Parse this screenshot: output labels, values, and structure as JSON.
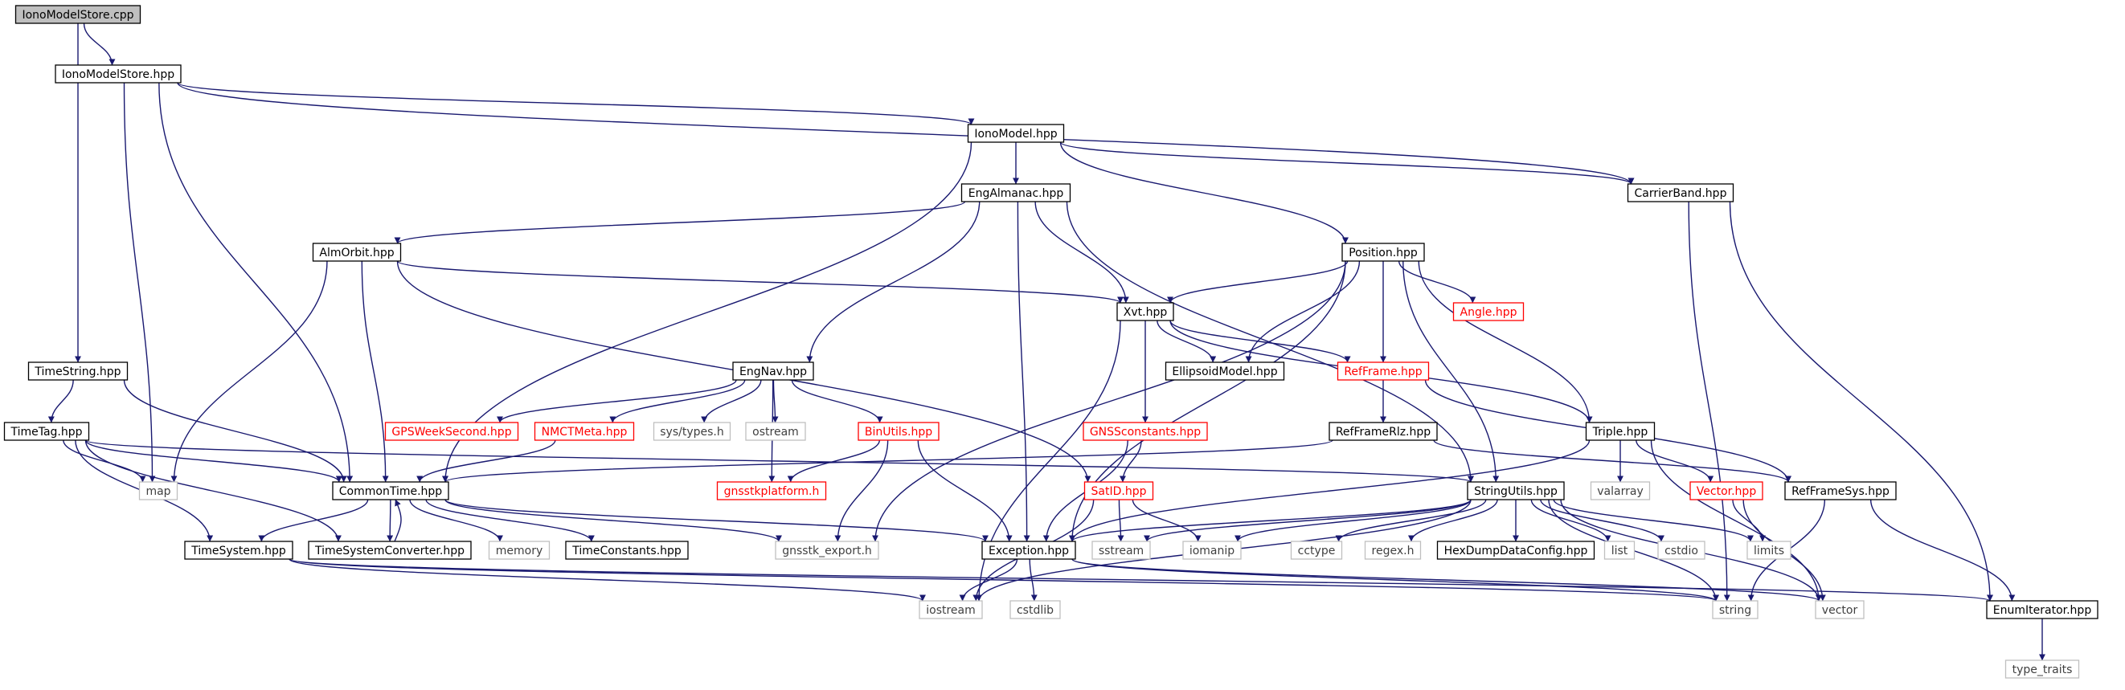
{
  "colors": {
    "edge": "#191970",
    "root_fill": "#bfbfbf",
    "node_border": "#000000",
    "external_border": "#bfbfbf",
    "external_text": "#404040",
    "truncated_border": "#ff0000",
    "truncated_text": "#ff0000"
  },
  "nodes": {
    "ionomodelstore_cpp": {
      "label": "IonoModelStore.cpp",
      "kind": "root"
    },
    "ionomodelstore_hpp": {
      "label": "IonoModelStore.hpp",
      "kind": "normal"
    },
    "ionomodel_hpp": {
      "label": "IonoModel.hpp",
      "kind": "normal"
    },
    "carrierband_hpp": {
      "label": "CarrierBand.hpp",
      "kind": "normal"
    },
    "engalmanac_hpp": {
      "label": "EngAlmanac.hpp",
      "kind": "normal"
    },
    "almorbit_hpp": {
      "label": "AlmOrbit.hpp",
      "kind": "normal"
    },
    "position_hpp": {
      "label": "Position.hpp",
      "kind": "normal"
    },
    "xvt_hpp": {
      "label": "Xvt.hpp",
      "kind": "normal"
    },
    "angle_hpp": {
      "label": "Angle.hpp",
      "kind": "truncated"
    },
    "ellipsoidmodel_hpp": {
      "label": "EllipsoidModel.hpp",
      "kind": "normal"
    },
    "refframe_hpp": {
      "label": "RefFrame.hpp",
      "kind": "truncated"
    },
    "timestring_hpp": {
      "label": "TimeString.hpp",
      "kind": "normal"
    },
    "engnav_hpp": {
      "label": "EngNav.hpp",
      "kind": "normal"
    },
    "timetag_hpp": {
      "label": "TimeTag.hpp",
      "kind": "normal"
    },
    "gpsweeksecond_hpp": {
      "label": "GPSWeekSecond.hpp",
      "kind": "truncated"
    },
    "nmctmeta_hpp": {
      "label": "NMCTMeta.hpp",
      "kind": "truncated"
    },
    "sys_types_h": {
      "label": "sys/types.h",
      "kind": "external"
    },
    "ostream": {
      "label": "ostream",
      "kind": "external"
    },
    "binutils_hpp": {
      "label": "BinUtils.hpp",
      "kind": "truncated"
    },
    "gnssconstants_hpp": {
      "label": "GNSSconstants.hpp",
      "kind": "truncated"
    },
    "refframerlz_hpp": {
      "label": "RefFrameRlz.hpp",
      "kind": "normal"
    },
    "triple_hpp": {
      "label": "Triple.hpp",
      "kind": "normal"
    },
    "map": {
      "label": "map",
      "kind": "external"
    },
    "commontime_hpp": {
      "label": "CommonTime.hpp",
      "kind": "normal"
    },
    "gnsstkplatform_h": {
      "label": "gnsstkplatform.h",
      "kind": "truncated"
    },
    "satid_hpp": {
      "label": "SatID.hpp",
      "kind": "truncated"
    },
    "stringutils_hpp": {
      "label": "StringUtils.hpp",
      "kind": "normal"
    },
    "valarray": {
      "label": "valarray",
      "kind": "external"
    },
    "vector_hpp": {
      "label": "Vector.hpp",
      "kind": "truncated"
    },
    "refframesys_hpp": {
      "label": "RefFrameSys.hpp",
      "kind": "normal"
    },
    "timesystem_hpp": {
      "label": "TimeSystem.hpp",
      "kind": "normal"
    },
    "timesystemconverter_hpp": {
      "label": "TimeSystemConverter.hpp",
      "kind": "normal"
    },
    "memory": {
      "label": "memory",
      "kind": "external"
    },
    "timeconstants_hpp": {
      "label": "TimeConstants.hpp",
      "kind": "normal"
    },
    "gnsstk_export_h": {
      "label": "gnsstk_export.h",
      "kind": "external"
    },
    "exception_hpp": {
      "label": "Exception.hpp",
      "kind": "normal"
    },
    "sstream": {
      "label": "sstream",
      "kind": "external"
    },
    "iomanip": {
      "label": "iomanip",
      "kind": "external"
    },
    "cctype": {
      "label": "cctype",
      "kind": "external"
    },
    "regex_h": {
      "label": "regex.h",
      "kind": "external"
    },
    "hexdumpdataconfig_hpp": {
      "label": "HexDumpDataConfig.hpp",
      "kind": "normal"
    },
    "list": {
      "label": "list",
      "kind": "external"
    },
    "cstdio": {
      "label": "cstdio",
      "kind": "external"
    },
    "limits": {
      "label": "limits",
      "kind": "external"
    },
    "iostream": {
      "label": "iostream",
      "kind": "external"
    },
    "cstdlib": {
      "label": "cstdlib",
      "kind": "external"
    },
    "string": {
      "label": "string",
      "kind": "external"
    },
    "vector": {
      "label": "vector",
      "kind": "external"
    },
    "enumiterator_hpp": {
      "label": "EnumIterator.hpp",
      "kind": "normal"
    },
    "type_traits": {
      "label": "type_traits",
      "kind": "external"
    }
  },
  "edges": [
    [
      "ionomodelstore_cpp",
      "ionomodelstore_hpp"
    ],
    [
      "ionomodelstore_cpp",
      "timestring_hpp"
    ],
    [
      "ionomodelstore_hpp",
      "ionomodel_hpp"
    ],
    [
      "ionomodelstore_hpp",
      "carrierband_hpp"
    ],
    [
      "ionomodelstore_hpp",
      "map"
    ],
    [
      "ionomodelstore_hpp",
      "commontime_hpp"
    ],
    [
      "ionomodel_hpp",
      "engalmanac_hpp"
    ],
    [
      "ionomodel_hpp",
      "position_hpp"
    ],
    [
      "ionomodel_hpp",
      "carrierband_hpp"
    ],
    [
      "ionomodel_hpp",
      "commontime_hpp"
    ],
    [
      "carrierband_hpp",
      "string"
    ],
    [
      "carrierband_hpp",
      "enumiterator_hpp"
    ],
    [
      "engalmanac_hpp",
      "almorbit_hpp"
    ],
    [
      "engalmanac_hpp",
      "xvt_hpp"
    ],
    [
      "engalmanac_hpp",
      "engnav_hpp"
    ],
    [
      "engalmanac_hpp",
      "exception_hpp"
    ],
    [
      "engalmanac_hpp",
      "stringutils_hpp"
    ],
    [
      "almorbit_hpp",
      "xvt_hpp"
    ],
    [
      "almorbit_hpp",
      "map"
    ],
    [
      "almorbit_hpp",
      "commontime_hpp"
    ],
    [
      "almorbit_hpp",
      "satid_hpp"
    ],
    [
      "position_hpp",
      "xvt_hpp"
    ],
    [
      "position_hpp",
      "angle_hpp"
    ],
    [
      "position_hpp",
      "ellipsoidmodel_hpp"
    ],
    [
      "position_hpp",
      "refframe_hpp"
    ],
    [
      "position_hpp",
      "triple_hpp"
    ],
    [
      "position_hpp",
      "stringutils_hpp"
    ],
    [
      "position_hpp",
      "exception_hpp"
    ],
    [
      "position_hpp",
      "gnsstk_export_h"
    ],
    [
      "xvt_hpp",
      "ellipsoidmodel_hpp"
    ],
    [
      "xvt_hpp",
      "refframe_hpp"
    ],
    [
      "xvt_hpp",
      "gnssconstants_hpp"
    ],
    [
      "xvt_hpp",
      "triple_hpp"
    ],
    [
      "xvt_hpp",
      "iostream"
    ],
    [
      "refframe_hpp",
      "refframerlz_hpp"
    ],
    [
      "refframe_hpp",
      "refframesys_hpp"
    ],
    [
      "timestring_hpp",
      "timetag_hpp"
    ],
    [
      "timestring_hpp",
      "commontime_hpp"
    ],
    [
      "engnav_hpp",
      "gpsweeksecond_hpp"
    ],
    [
      "engnav_hpp",
      "nmctmeta_hpp"
    ],
    [
      "engnav_hpp",
      "sys_types_h"
    ],
    [
      "engnav_hpp",
      "ostream"
    ],
    [
      "engnav_hpp",
      "binutils_hpp"
    ],
    [
      "engnav_hpp",
      "gnsstkplatform_h"
    ],
    [
      "timetag_hpp",
      "map"
    ],
    [
      "timetag_hpp",
      "commontime_hpp"
    ],
    [
      "timetag_hpp",
      "stringutils_hpp"
    ],
    [
      "timetag_hpp",
      "timesystem_hpp"
    ],
    [
      "timetag_hpp",
      "timesystemconverter_hpp"
    ],
    [
      "nmctmeta_hpp",
      "commontime_hpp"
    ],
    [
      "binutils_hpp",
      "gnsstkplatform_h"
    ],
    [
      "binutils_hpp",
      "exception_hpp"
    ],
    [
      "binutils_hpp",
      "gnsstk_export_h"
    ],
    [
      "gnssconstants_hpp",
      "satid_hpp"
    ],
    [
      "gnssconstants_hpp",
      "exception_hpp"
    ],
    [
      "refframerlz_hpp",
      "refframesys_hpp"
    ],
    [
      "refframerlz_hpp",
      "commontime_hpp"
    ],
    [
      "triple_hpp",
      "valarray"
    ],
    [
      "triple_hpp",
      "vector_hpp"
    ],
    [
      "triple_hpp",
      "exception_hpp"
    ],
    [
      "triple_hpp",
      "vector"
    ],
    [
      "commontime_hpp",
      "timesystem_hpp"
    ],
    [
      "commontime_hpp",
      "timesystemconverter_hpp"
    ],
    [
      "commontime_hpp",
      "memory"
    ],
    [
      "commontime_hpp",
      "timeconstants_hpp"
    ],
    [
      "commontime_hpp",
      "gnsstk_export_h"
    ],
    [
      "commontime_hpp",
      "exception_hpp"
    ],
    [
      "satid_hpp",
      "sstream"
    ],
    [
      "satid_hpp",
      "iomanip"
    ],
    [
      "satid_hpp",
      "iostream"
    ],
    [
      "stringutils_hpp",
      "exception_hpp"
    ],
    [
      "stringutils_hpp",
      "sstream"
    ],
    [
      "stringutils_hpp",
      "iomanip"
    ],
    [
      "stringutils_hpp",
      "cctype"
    ],
    [
      "stringutils_hpp",
      "regex_h"
    ],
    [
      "stringutils_hpp",
      "hexdumpdataconfig_hpp"
    ],
    [
      "stringutils_hpp",
      "list"
    ],
    [
      "stringutils_hpp",
      "cstdio"
    ],
    [
      "stringutils_hpp",
      "limits"
    ],
    [
      "stringutils_hpp",
      "string"
    ],
    [
      "stringutils_hpp",
      "vector"
    ],
    [
      "stringutils_hpp",
      "iostream"
    ],
    [
      "vector_hpp",
      "limits"
    ],
    [
      "vector_hpp",
      "vector"
    ],
    [
      "refframesys_hpp",
      "enumiterator_hpp"
    ],
    [
      "refframesys_hpp",
      "string"
    ],
    [
      "timesystem_hpp",
      "iostream"
    ],
    [
      "timesystem_hpp",
      "string"
    ],
    [
      "timesystem_hpp",
      "enumiterator_hpp"
    ],
    [
      "timesystemconverter_hpp",
      "commontime_hpp"
    ],
    [
      "exception_hpp",
      "iostream"
    ],
    [
      "exception_hpp",
      "cstdlib"
    ],
    [
      "exception_hpp",
      "string"
    ],
    [
      "exception_hpp",
      "vector"
    ],
    [
      "enumiterator_hpp",
      "type_traits"
    ]
  ]
}
